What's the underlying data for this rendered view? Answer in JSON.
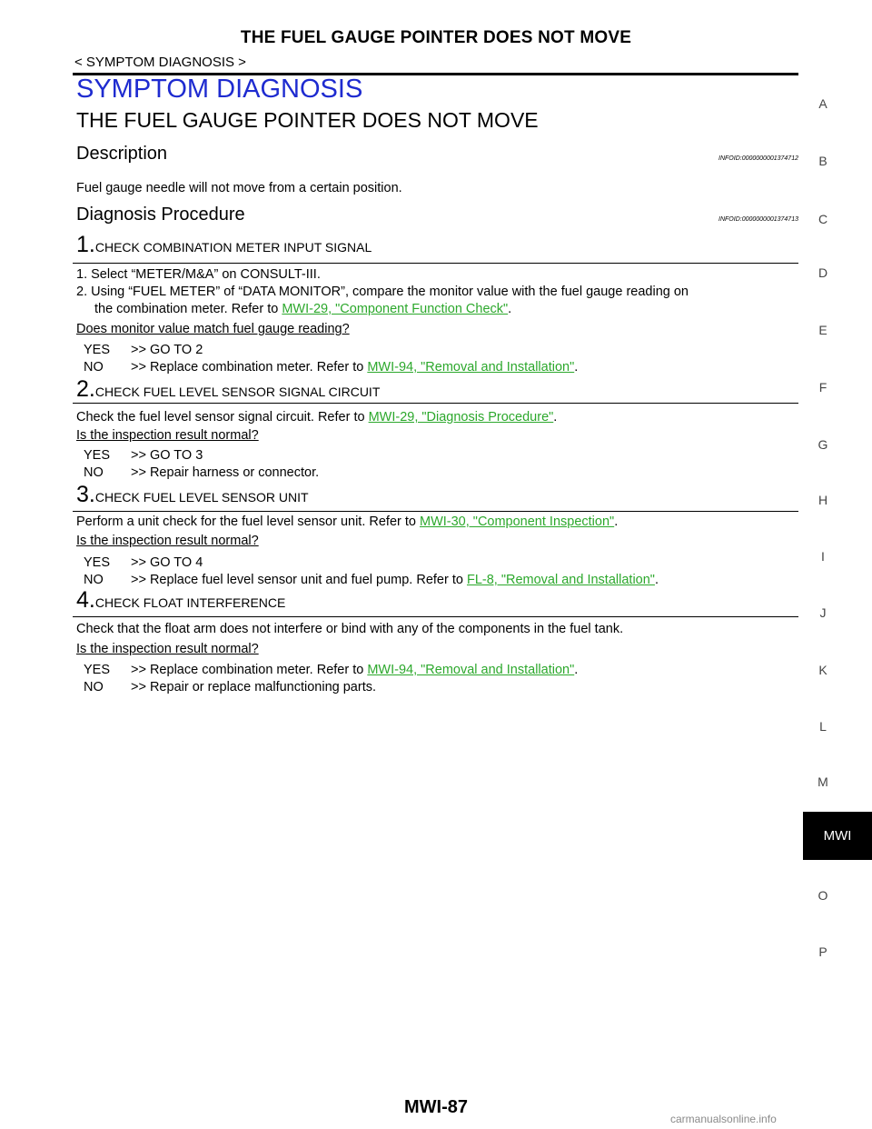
{
  "header": {
    "title": "THE FUEL GAUGE POINTER DOES NOT MOVE",
    "breadcrumb": "< SYMPTOM DIAGNOSIS >"
  },
  "section_title": "SYMPTOM DIAGNOSIS",
  "subsection_title": "THE FUEL GAUGE POINTER DOES NOT MOVE",
  "description": {
    "heading": "Description",
    "infoid": "INFOID:0000000001374712",
    "text": "Fuel gauge needle will not move from a certain position."
  },
  "procedure": {
    "heading": "Diagnosis Procedure",
    "infoid": "INFOID:0000000001374713"
  },
  "step1": {
    "num": "1.",
    "title": "CHECK COMBINATION METER INPUT SIGNAL",
    "line1": "1.  Select “METER/M&A” on CONSULT-III.",
    "line2": "2.  Using “FUEL METER” of “DATA MONITOR”, compare the monitor value with the fuel gauge reading on",
    "line3_text": "the combination meter. Refer to ",
    "line3_link": "MWI-29, \"Component Function Check\"",
    "line3_end": ".",
    "question": "Does monitor value match fuel gauge reading?",
    "yes_key": "YES",
    "yes_val": ">> GO TO 2",
    "no_key": "NO",
    "no_val": ">> Replace combination meter. Refer to ",
    "no_link": "MWI-94, \"Removal and Installation\"",
    "no_end": "."
  },
  "step2": {
    "num": "2.",
    "title": "CHECK FUEL LEVEL SENSOR SIGNAL CIRCUIT",
    "line1_text": "Check the fuel level sensor signal circuit. Refer to ",
    "line1_link": "MWI-29, \"Diagnosis  Procedure\"",
    "line1_end": ".",
    "question": "Is the inspection result normal?",
    "yes_key": "YES",
    "yes_val": ">> GO TO 3",
    "no_key": "NO",
    "no_val": ">> Repair harness or connector."
  },
  "step3": {
    "num": "3.",
    "title": "CHECK FUEL LEVEL SENSOR UNIT",
    "line1_text": "Perform a unit check for the fuel level sensor unit. Refer to ",
    "line1_link": "MWI-30, \"Component Inspection\"",
    "line1_end": ".",
    "question": "Is the inspection result normal?",
    "yes_key": "YES",
    "yes_val": ">> GO TO 4",
    "no_key": "NO",
    "no_val": ">> Replace fuel level sensor unit and fuel pump. Refer to ",
    "no_link": "FL-8, \"Removal and Installation\"",
    "no_end": "."
  },
  "step4": {
    "num": "4.",
    "title": "CHECK FLOAT INTERFERENCE",
    "line1": "Check that the float arm does not interfere or bind with any of the components in the fuel tank.",
    "question": "Is the inspection result normal?",
    "yes_key": "YES",
    "yes_val": ">> Replace combination meter. Refer to ",
    "yes_link": "MWI-94, \"Removal and Installation\"",
    "yes_end": ".",
    "no_key": "NO",
    "no_val": ">> Repair or replace malfunctioning parts."
  },
  "side_index": [
    "A",
    "B",
    "C",
    "D",
    "E",
    "F",
    "G",
    "H",
    "I",
    "J",
    "K",
    "L",
    "M",
    "O",
    "P"
  ],
  "side_tab": "MWI",
  "page_number": "MWI-87",
  "watermark": "carmanualsonline.info"
}
